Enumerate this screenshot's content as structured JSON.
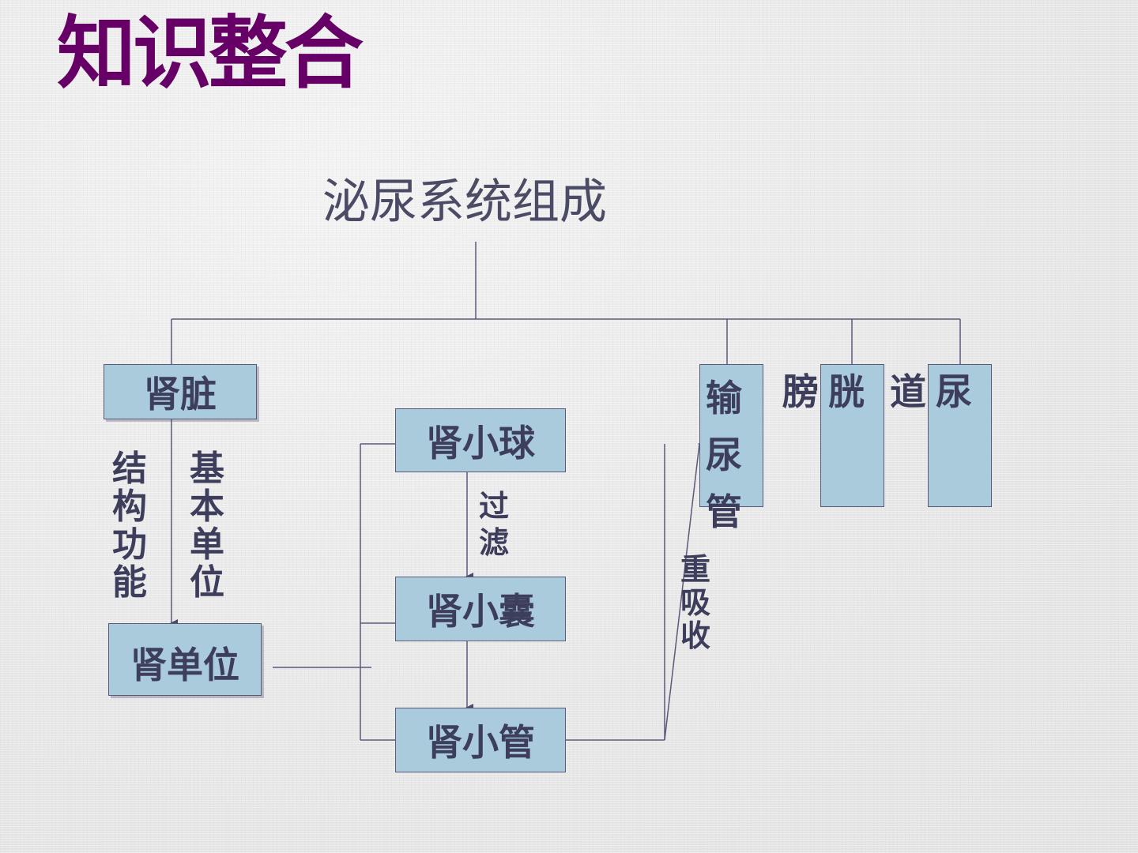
{
  "slide": {
    "title": "知识整合"
  },
  "diagram": {
    "root": "泌尿系统组成",
    "kidney": "肾脏",
    "kidney_label_left": "结构功能",
    "kidney_label_right": "基本单位",
    "nephron": "肾单位",
    "glomerulus": "肾小球",
    "filtration": "过滤",
    "capsule": "肾小囊",
    "tubule": "肾小管",
    "reabsorption": "重吸收",
    "ureter": "输尿管",
    "bladder": "膀胱",
    "urethra": "尿道"
  },
  "colors": {
    "title": "#660066",
    "box_fill": "#a9cbdb",
    "box_border": "#5a5a7a",
    "text": "#3d3d5c",
    "line": "#5a5a7a"
  }
}
